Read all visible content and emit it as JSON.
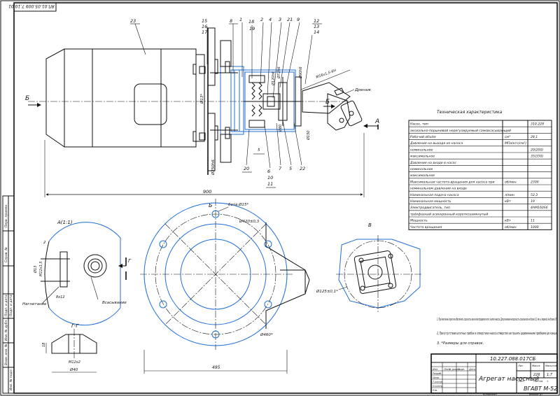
{
  "stamp_top": "ЯП.01.05.009 7.10.01",
  "callouts_top": [
    "8",
    "1",
    "18",
    "19",
    "2",
    "4",
    "3",
    "21",
    "9",
    "12",
    "13",
    "14"
  ],
  "callouts_top_left": [
    "15",
    "16",
    "17"
  ],
  "callouts_bottom": [
    "20",
    "6",
    "10",
    "11",
    "7",
    "5",
    "22"
  ],
  "label_23": "23",
  "arrow_b": "Б",
  "arrow_a": "А",
  "arrow_v": "В",
  "len_total": "900",
  "dim_left_vert": "Ø13*",
  "dim_flange": "Ø250h6",
  "dim_pump1": "Ø120h6",
  "dim_pump2": "Ø72h6",
  "dim_pump3": "Ø80",
  "dim_pump4": "Ø90h6",
  "dim_pump5": "Ø150",
  "dim_gap": "5",
  "thread_label": "М16х1,5-6Н",
  "drain_label": "Дренаж",
  "view_a_title": "А(1:1)",
  "view_a_dims": [
    "2",
    "Ø13",
    "М12х1,5",
    "8х12"
  ],
  "view_a_labels": [
    "Нагнетание",
    "Всасывание"
  ],
  "view_g_label": "Г",
  "section_gg_title": "Г-Г",
  "section_gg_dims": [
    "18",
    "М12х2",
    "Ø40"
  ],
  "view_b_title": "Б",
  "view_b_dims": [
    "6отв.Ø15*",
    "Ø420±0,3",
    "Ø460*",
    "495"
  ],
  "view_v_title": "В",
  "view_v_dims": [
    "Ø125±0,1*"
  ],
  "tech_title": "Техническая характеристика",
  "tech_rows": [
    [
      "Насос, тип",
      "",
      "310.228"
    ],
    [
      "аксиально-поршневой нерегулируемый самовсасывающий",
      "",
      ""
    ],
    [
      "Рабочий объём",
      "см³",
      "28,1"
    ],
    [
      "Давление на выходе из насоса",
      "МПа(кгс/см²)",
      ""
    ],
    [
      "номинальное",
      "",
      "20(200)"
    ],
    [
      "максимальное",
      "",
      "35(350)"
    ],
    [
      "Давление на входе в насос",
      "",
      ""
    ],
    [
      "номинальное",
      "",
      ""
    ],
    [
      "максимальное",
      "",
      ""
    ],
    [
      "Максимальная частота вращения для насоса при",
      "об/мин",
      "2300"
    ],
    [
      "номинальном давлении на входе",
      "",
      ""
    ],
    [
      "Номинальная подача насоса",
      "л/мин",
      "52,3"
    ],
    [
      "Номинальная мощность",
      "кВт",
      "19"
    ],
    [
      "Электродвигатель, тип",
      "",
      "4АМ160S6"
    ],
    [
      "трёхфазный асинхронный короткозамкнутый",
      "",
      ""
    ],
    [
      "Мощность",
      "кВт",
      "11"
    ],
    [
      "Частота вращения",
      "об/мин",
      "1000"
    ]
  ],
  "notes": [
    "1. При монтаже агрегата обеспечить соосность вала электродвигателя с валом насоса. Допускаемая несоосность осей валов не более 0,1 мм, а перекос не более 10'.",
    "2. При отсутствии штатных пробок в отверстиях насоса отверстия заглушить деревянными пробками до конца.",
    "3. *Размеры для справок."
  ],
  "title_block": {
    "doc_number": "10.227.088.017СБ",
    "name": "Агрегат насосный",
    "org": "ВГАВТ М-52",
    "lit_hdr": "Лит.",
    "mass_hdr": "Масса",
    "scale_hdr": "Масштаб",
    "mass": "226",
    "scale": "1:7",
    "sheet": "Лист",
    "sheets": "Листов",
    "sheets_n": "1",
    "row_labels": [
      "Изм.",
      "Лист",
      "№ докум.",
      "Подп.",
      "Дата",
      "Разраб.",
      "Пров.",
      "Т.контр.",
      "Н.контр.",
      "Утв."
    ],
    "copied": "Копировал",
    "format": "Формат А1"
  },
  "left_strip": [
    "Перв. примен.",
    "Справ. №",
    "Подп. и дата",
    "Инв. № дубл.",
    "Взам. инв. №",
    "Подп. и дата",
    "Инв. № подл."
  ]
}
